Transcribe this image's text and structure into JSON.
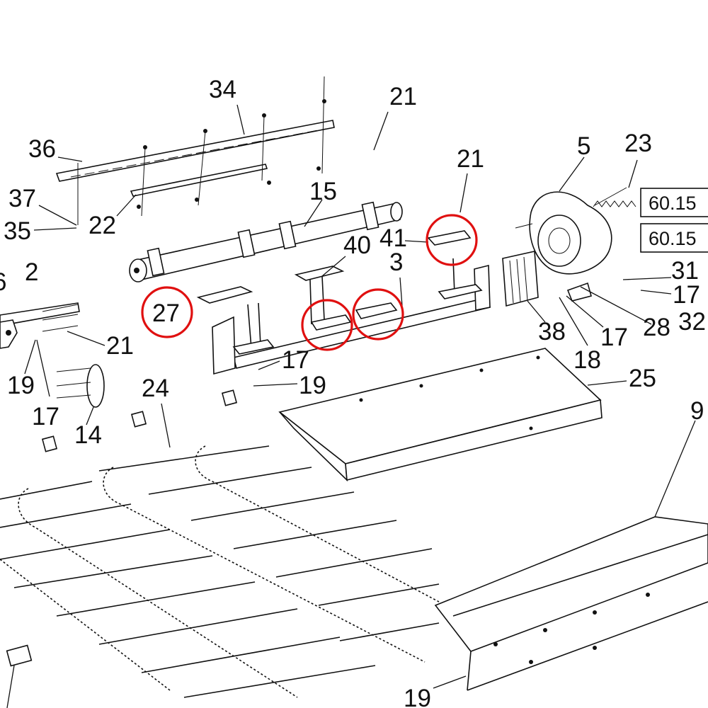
{
  "callouts": {
    "c34": "34",
    "c21_top": "21",
    "c36": "36",
    "c5": "5",
    "c23": "23",
    "c21_right": "21",
    "c15": "15",
    "c37": "37",
    "c22": "22",
    "c35": "35",
    "c41": "41",
    "c40": "40",
    "c3": "3",
    "c2": "2",
    "c31": "31",
    "c17_right": "17",
    "c32": "32",
    "c28": "28",
    "c17_mid": "17",
    "c38": "38",
    "c18": "18",
    "c27": "27",
    "c21_left": "21",
    "c17_center": "17",
    "c19_center": "19",
    "c19_left": "19",
    "c25": "25",
    "c9": "9",
    "c17_left": "17",
    "c24": "24",
    "c14": "14",
    "c19_bottom": "19",
    "c6_partial": "6"
  },
  "reference_boxes": [
    "60.15",
    "60.15"
  ],
  "highlight_color": "#e01010"
}
